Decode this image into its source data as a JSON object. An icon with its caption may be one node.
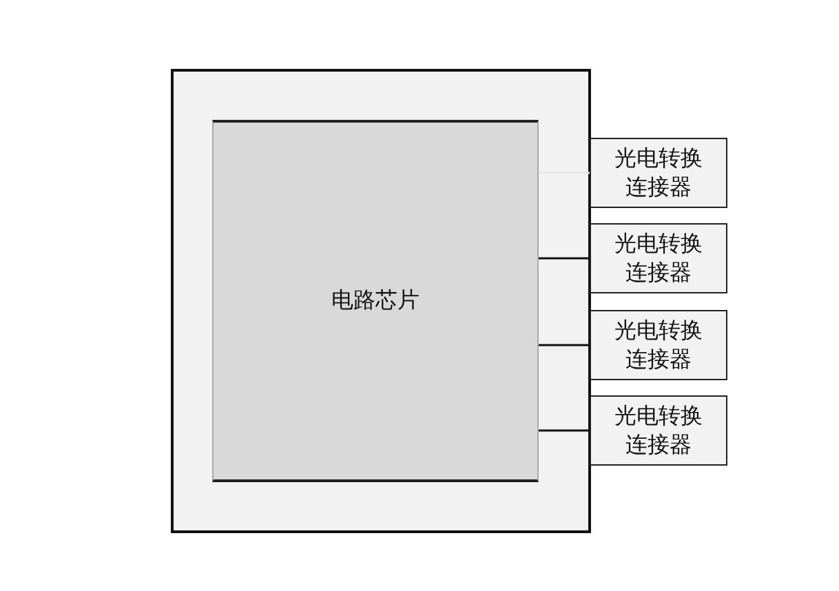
{
  "diagram": {
    "nodes": [
      {
        "text": [],
        "shape": "box"
      },
      {
        "text": [
          "电路芯片"
        ],
        "in": 0
      },
      {
        "text": [
          "光电转换连接器"
        ]
      },
      {
        "text": [
          "光电转换连接器"
        ]
      },
      {
        "text": [
          "光电转换连接器"
        ]
      },
      {
        "text": [
          "光电转换连接器"
        ]
      }
    ],
    "edges": [
      {
        "from": 1,
        "to": 2,
        "arrow": "none",
        "color": "#e6e6e6"
      },
      {
        "from": 1,
        "to": 3,
        "arrow": "none"
      },
      {
        "from": 1,
        "to": 4,
        "arrow": "none"
      },
      {
        "from": 1,
        "to": 5,
        "arrow": "none"
      }
    ]
  }
}
